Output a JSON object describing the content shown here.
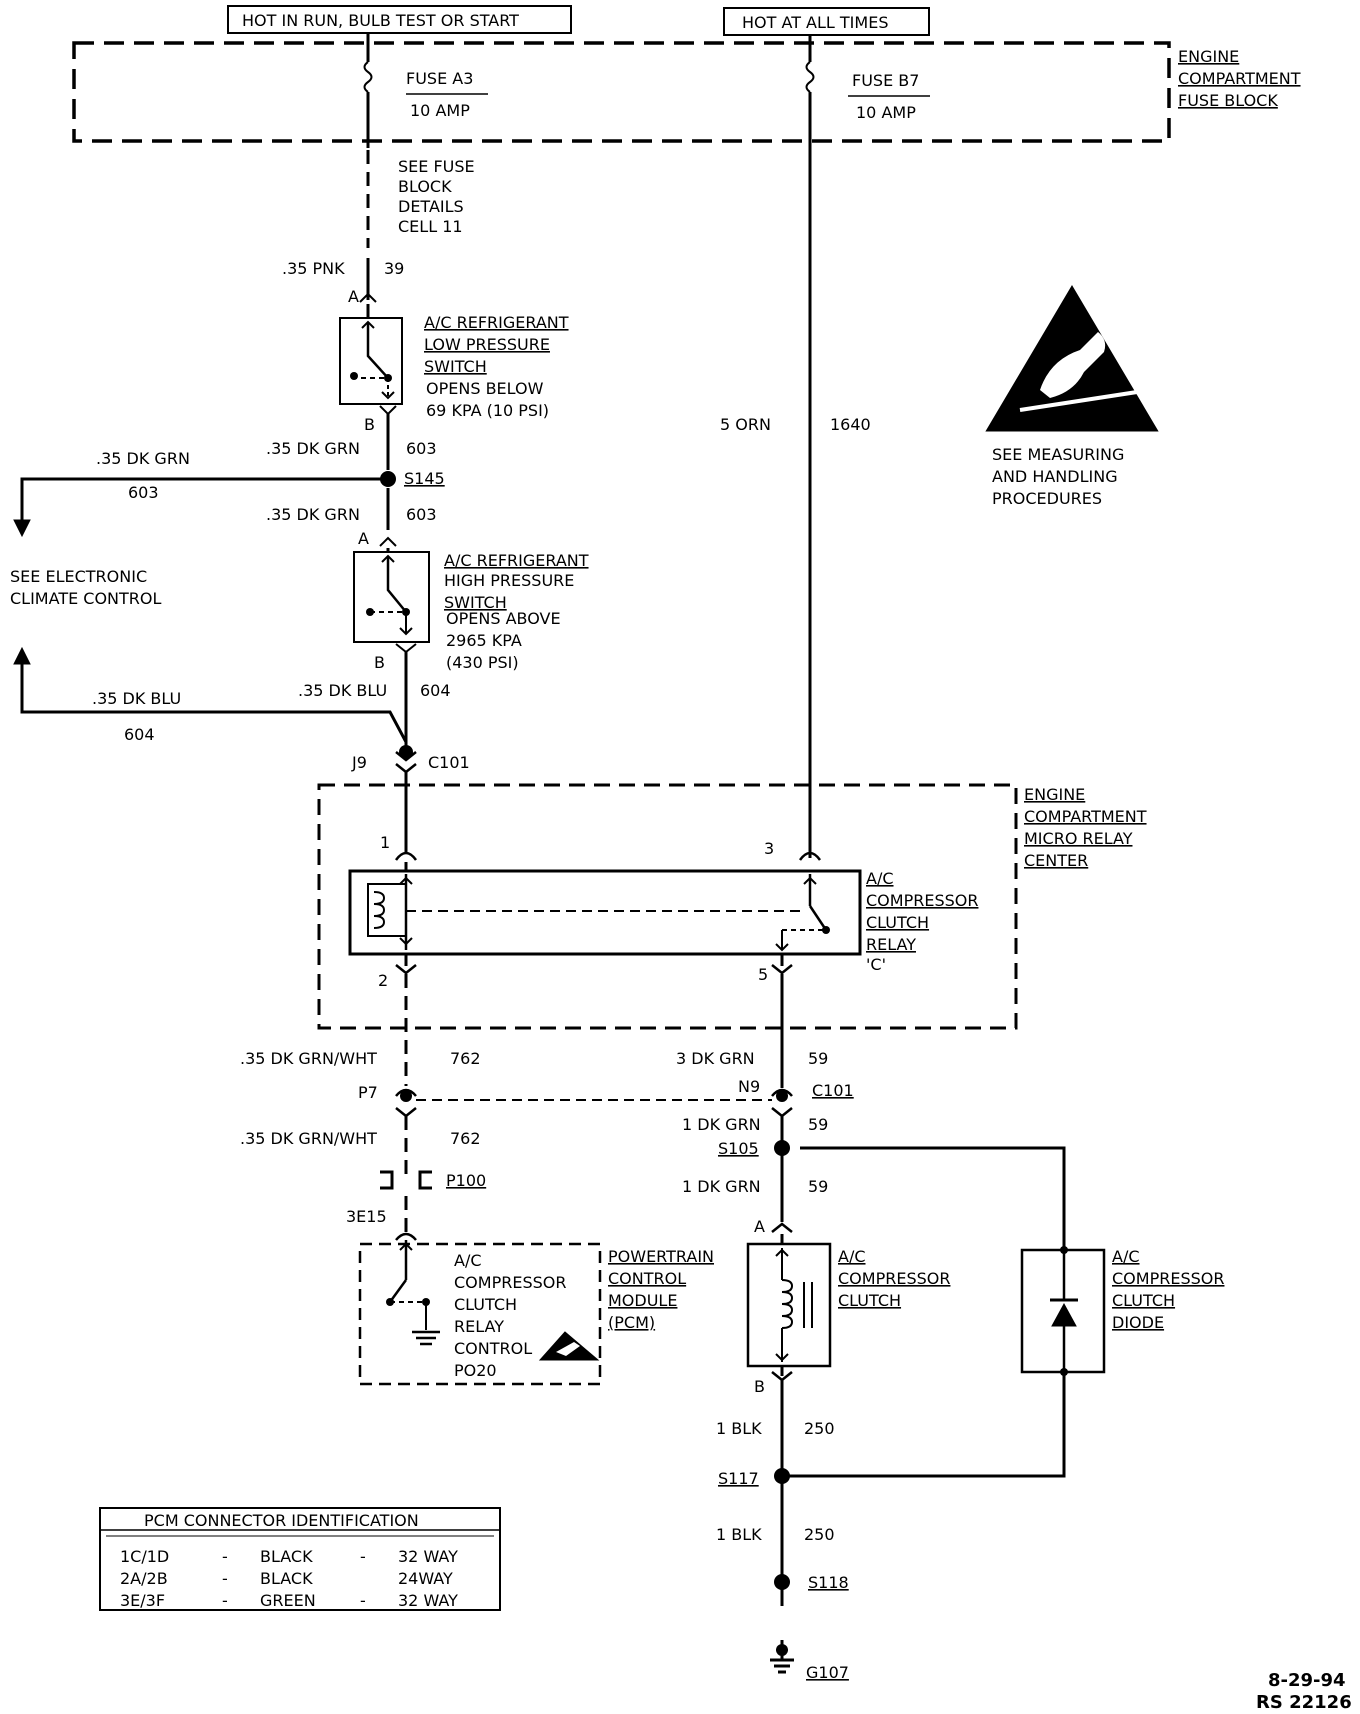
{
  "header": {
    "hot_run": "HOT IN RUN, BULB TEST OR START",
    "hot_always": "HOT AT ALL TIMES"
  },
  "fuse_block": {
    "title": [
      "ENGINE",
      "COMPARTMENT",
      "FUSE BLOCK"
    ],
    "fuse_a3": "FUSE A3",
    "fuse_a3_rating": "10 AMP",
    "fuse_b7": "FUSE B7",
    "fuse_b7_rating": "10 AMP",
    "details": [
      "SEE FUSE",
      "BLOCK",
      "DETAILS",
      "CELL 11"
    ]
  },
  "wires": {
    "pnk": ".35 PNK",
    "pnk_circuit": "39",
    "dkgrn": ".35 DK GRN",
    "dkgrn_circuit": "603",
    "dkblu": ".35 DK BLU",
    "dkblu_circuit": "604",
    "orn": "5 ORN",
    "orn_circuit": "1640",
    "grnwht": ".35 DK GRN/WHT",
    "grnwht_circuit": "762",
    "dkgrn3": "3 DK GRN",
    "dkgrn1": "1 DK GRN",
    "dkgrn_big_circuit": "59",
    "blk": "1 BLK",
    "blk_circuit": "250"
  },
  "low_switch": {
    "title": [
      "A/C REFRIGERANT",
      "LOW PRESSURE",
      "SWITCH"
    ],
    "note": [
      "OPENS BELOW",
      "69 KPA (10 PSI)"
    ],
    "pin_a": "A",
    "pin_b": "B"
  },
  "high_switch": {
    "title": [
      "A/C REFRIGERANT",
      "HIGH PRESSURE",
      "SWITCH"
    ],
    "note": [
      "OPENS ABOVE",
      "2965 KPA",
      "(430 PSI)"
    ],
    "pin_a": "A",
    "pin_b": "B"
  },
  "splices": {
    "s145": "S145",
    "s105": "S105",
    "s117": "S117",
    "s118": "S118",
    "g107": "G107"
  },
  "ecc": [
    "SEE  ELECTRONIC",
    "CLIMATE CONTROL"
  ],
  "connectors": {
    "j9": "J9",
    "c101": "C101",
    "p7": "P7",
    "n9": "N9",
    "p100": "P100",
    "e15": "3E15"
  },
  "relay_center": {
    "title": [
      "ENGINE",
      "COMPARTMENT",
      "MICRO RELAY",
      "CENTER"
    ],
    "relay": [
      "A/C",
      "COMPRESSOR",
      "CLUTCH",
      "RELAY",
      "'C'"
    ],
    "pin1": "1",
    "pin2": "2",
    "pin3": "3",
    "pin5": "5"
  },
  "esd": [
    "SEE MEASURING",
    "AND HANDLING",
    "PROCEDURES"
  ],
  "pcm": {
    "inner": [
      "A/C",
      "COMPRESSOR",
      "CLUTCH",
      "RELAY",
      "CONTROL",
      "PO20"
    ],
    "title": [
      "POWERTRAIN",
      "CONTROL",
      "MODULE",
      "(PCM)"
    ]
  },
  "clutch": {
    "title": [
      "A/C",
      "COMPRESSOR",
      "CLUTCH"
    ],
    "pin_a": "A",
    "pin_b": "B"
  },
  "diode": {
    "title": [
      "A/C",
      "COMPRESSOR",
      "CLUTCH",
      "DIODE"
    ]
  },
  "pcm_table": {
    "title": "PCM CONNECTOR IDENTIFICATION",
    "rows": [
      {
        "id": "1C/1D",
        "color": "BLACK",
        "ways": "32 WAY"
      },
      {
        "id": "2A/2B",
        "color": "BLACK",
        "ways": "24WAY"
      },
      {
        "id": "3E/3F",
        "color": "GREEN",
        "ways": "32 WAY"
      }
    ],
    "dash": "-"
  },
  "footer": {
    "date": "8-29-94",
    "ref": "RS 22126"
  }
}
